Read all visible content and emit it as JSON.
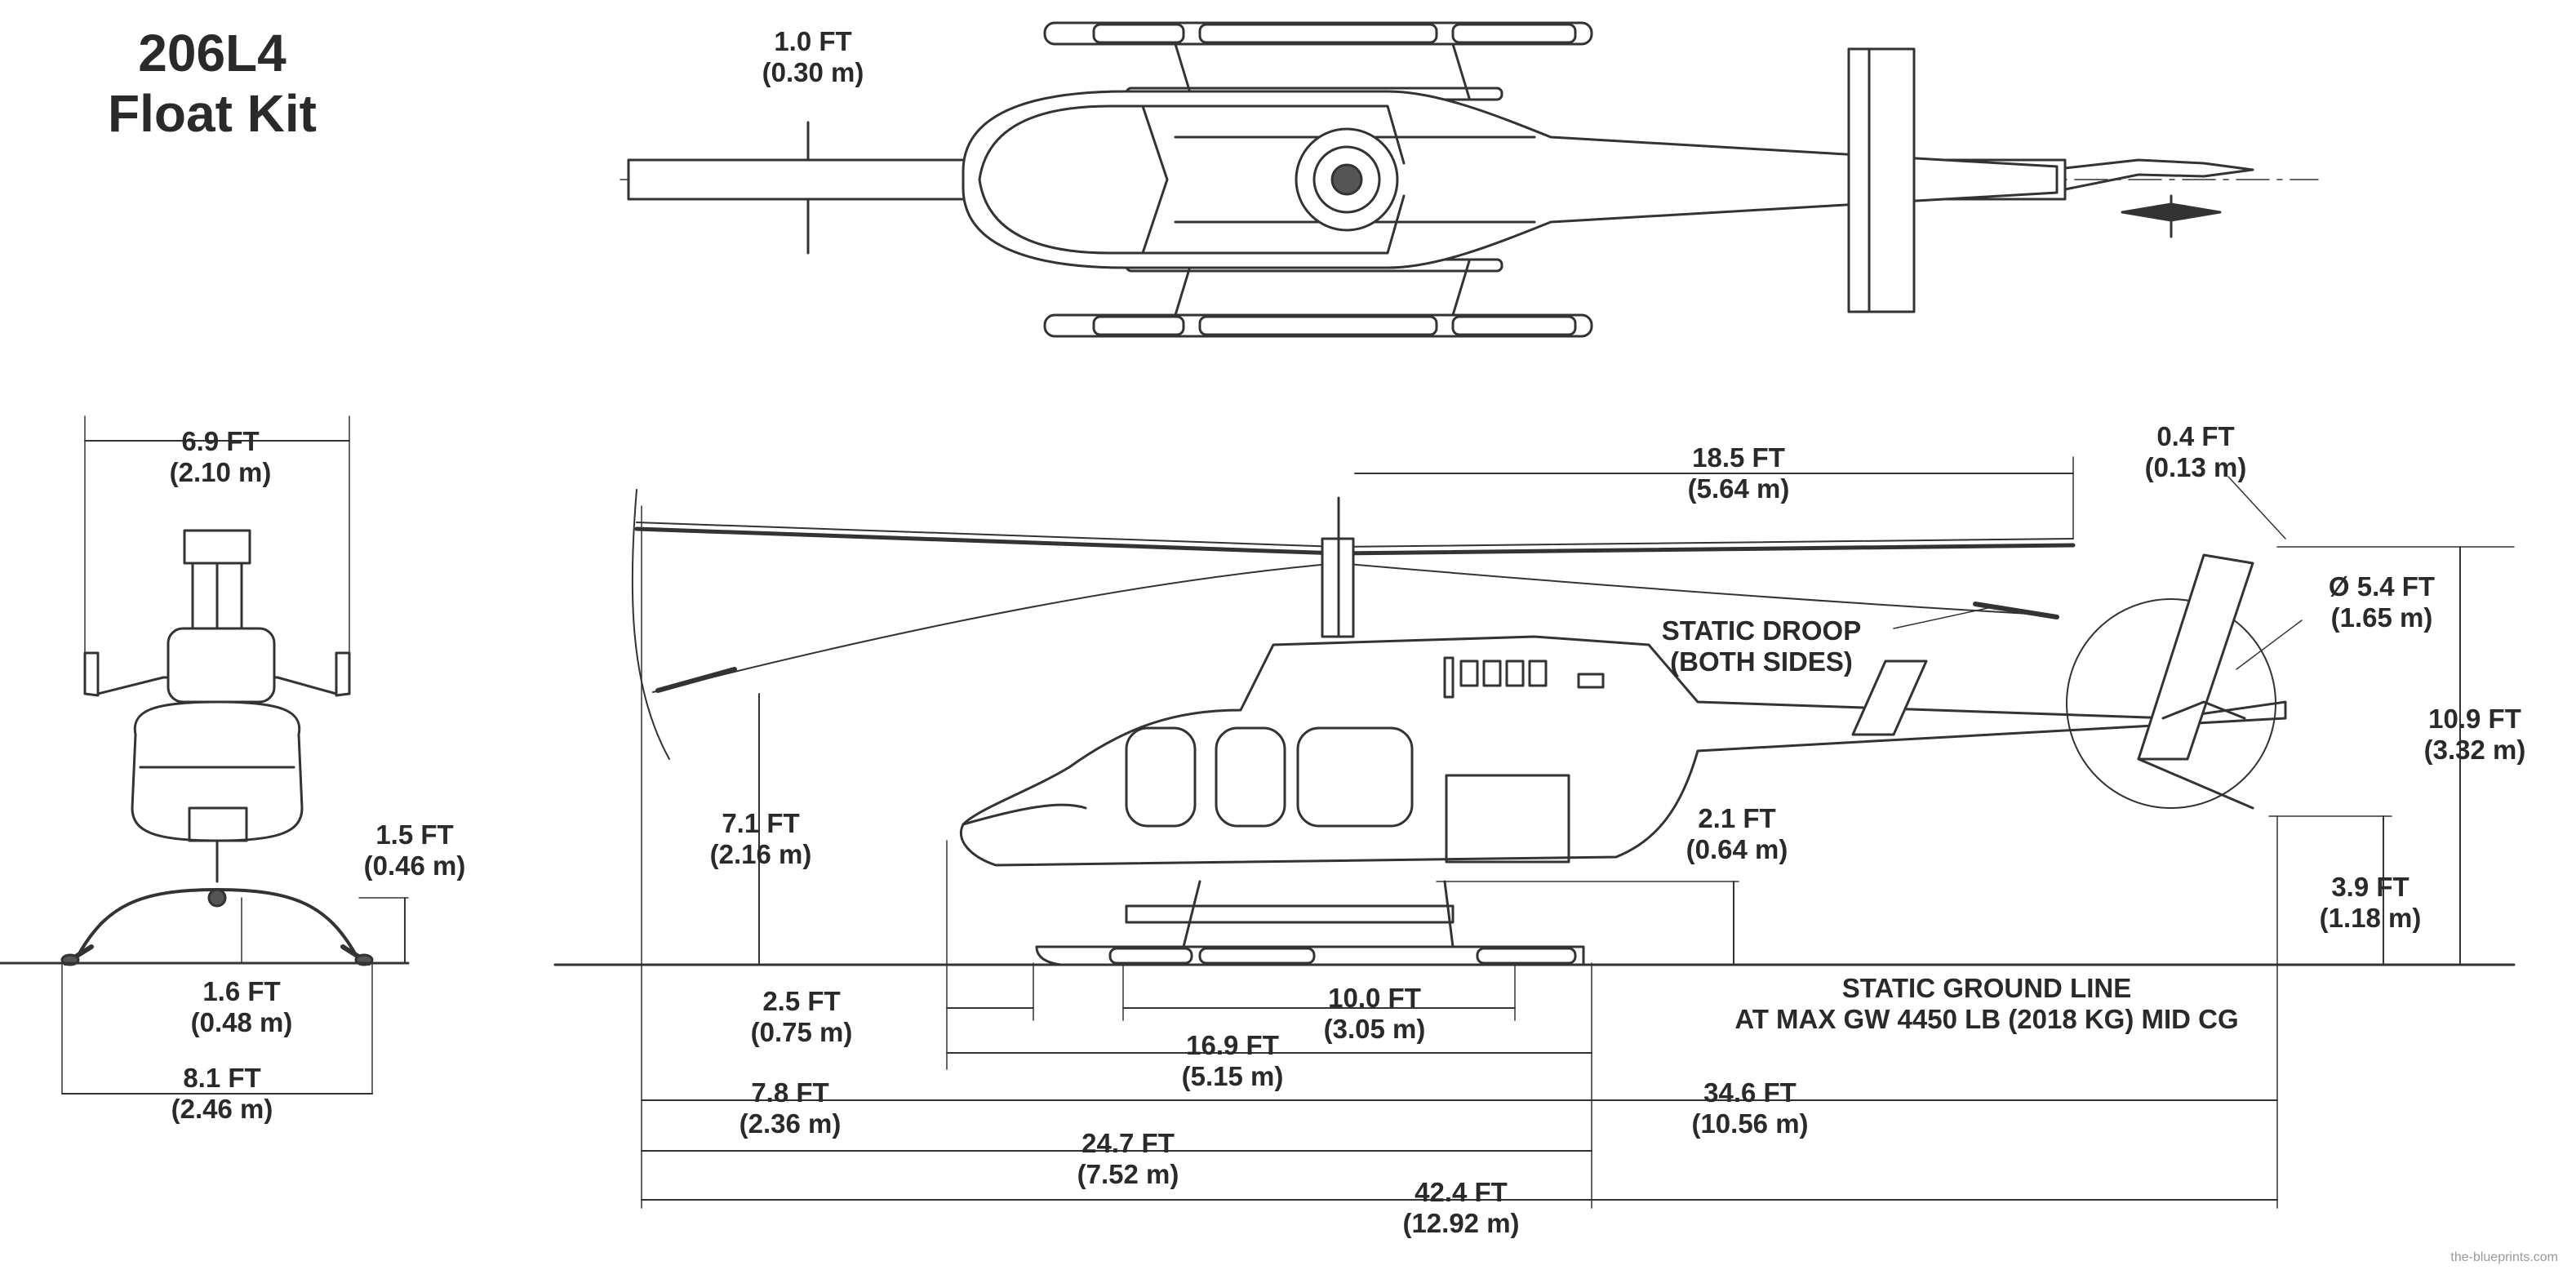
{
  "title": {
    "line1": "206L4",
    "line2": "Float Kit"
  },
  "dimensions": {
    "rotor_thickness": {
      "ft": "1.0 FT",
      "m": "(0.30 m)"
    },
    "front_width_top": {
      "ft": "6.9 FT",
      "m": "(2.10 m)"
    },
    "float_height": {
      "ft": "1.5 FT",
      "m": "(0.46 m)"
    },
    "float_gap": {
      "ft": "1.6 FT",
      "m": "(0.48 m)"
    },
    "float_width": {
      "ft": "8.1 FT",
      "m": "(2.46 m)"
    },
    "rotor_radius": {
      "ft": "18.5 FT",
      "m": "(5.64 m)"
    },
    "tail_rotor_offset": {
      "ft": "0.4 FT",
      "m": "(0.13 m)"
    },
    "tail_rotor_dia": {
      "ft": "Ø 5.4 FT",
      "m": "(1.65 m)"
    },
    "overall_height": {
      "ft": "10.9 FT",
      "m": "(3.32 m)"
    },
    "blade_height": {
      "ft": "7.1 FT",
      "m": "(2.16 m)"
    },
    "belly_clear": {
      "ft": "2.1 FT",
      "m": "(0.64 m)"
    },
    "tail_clear": {
      "ft": "3.9 FT",
      "m": "(1.18 m)"
    },
    "nose_offset": {
      "ft": "2.5 FT",
      "m": "(0.75 m)"
    },
    "float_length": {
      "ft": "10.0 FT",
      "m": "(3.05 m)"
    },
    "fuselage_length": {
      "ft": "16.9 FT",
      "m": "(5.15 m)"
    },
    "rotor_to_nose": {
      "ft": "7.8 FT",
      "m": "(2.36 m)"
    },
    "nose_to_tail": {
      "ft": "34.6 FT",
      "m": "(10.56 m)"
    },
    "rotor_to_float": {
      "ft": "24.7 FT",
      "m": "(7.52 m)"
    },
    "overall_length": {
      "ft": "42.4 FT",
      "m": "(12.92 m)"
    }
  },
  "notes": {
    "static_droop_1": "STATIC DROOP",
    "static_droop_2": "(BOTH SIDES)",
    "ground_line_1": "STATIC GROUND LINE",
    "ground_line_2": "AT MAX GW 4450 LB (2018 KG) MID CG"
  },
  "watermark": "the-blueprints.com"
}
